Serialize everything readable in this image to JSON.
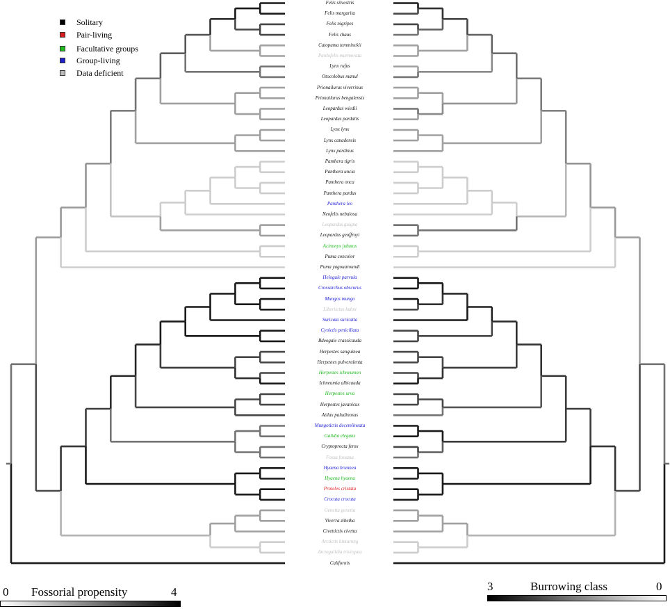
{
  "legend": {
    "items": [
      {
        "label": "Solitary",
        "color": "#000000"
      },
      {
        "label": "Pair-living",
        "color": "#d81e1e"
      },
      {
        "label": "Facultative groups",
        "color": "#22bb22"
      },
      {
        "label": "Group-living",
        "color": "#2222cc"
      },
      {
        "label": "Data deficient",
        "color": "#bbbbbb"
      }
    ]
  },
  "social_colors": {
    "S": "#111111",
    "P": "#e01818",
    "F": "#18b818",
    "G": "#2020d8",
    "D": "#c0c0c0"
  },
  "species": [
    {
      "name": "Felis silvestris",
      "s": "S",
      "l": 4,
      "r": 4
    },
    {
      "name": "Felis margarita",
      "s": "S",
      "l": 4,
      "r": 3
    },
    {
      "name": "Felis nigripes",
      "s": "S",
      "l": 3,
      "r": 3
    },
    {
      "name": "Felis chaus",
      "s": "S",
      "l": 3,
      "r": 2
    },
    {
      "name": "Catopuma temminckii",
      "s": "S",
      "l": 1,
      "r": 1
    },
    {
      "name": "Pardofelis marmorata",
      "s": "D",
      "l": 1,
      "r": 1
    },
    {
      "name": "Lynx rufus",
      "s": "S",
      "l": 2,
      "r": 1
    },
    {
      "name": "Otocolobus manul",
      "s": "S",
      "l": 2,
      "r": 2
    },
    {
      "name": "Prionailurus viverrinus",
      "s": "S",
      "l": 1,
      "r": 1
    },
    {
      "name": "Prionailurus bengalensis",
      "s": "S",
      "l": 1,
      "r": 1
    },
    {
      "name": "Leopardus wiedii",
      "s": "S",
      "l": 1,
      "r": 2
    },
    {
      "name": "Leopardus pardalis",
      "s": "S",
      "l": 1,
      "r": 1
    },
    {
      "name": "Lynx lynx",
      "s": "S",
      "l": 1,
      "r": 1
    },
    {
      "name": "Lynx canadensis",
      "s": "S",
      "l": 1,
      "r": 1
    },
    {
      "name": "Lynx pardinus",
      "s": "S",
      "l": 1,
      "r": 1
    },
    {
      "name": "Panthera tigris",
      "s": "S",
      "l": 0,
      "r": 0
    },
    {
      "name": "Panthera uncia",
      "s": "S",
      "l": 0,
      "r": 0
    },
    {
      "name": "Panthera onca",
      "s": "S",
      "l": 0,
      "r": 0
    },
    {
      "name": "Panthera pardus",
      "s": "S",
      "l": 0,
      "r": 0
    },
    {
      "name": "Panthera leo",
      "s": "G",
      "l": 0,
      "r": 0
    },
    {
      "name": "Neofelis nebulosa",
      "s": "S",
      "l": 0,
      "r": 0
    },
    {
      "name": "Leopardus guigna",
      "s": "D",
      "l": 1,
      "r": 2
    },
    {
      "name": "Leopardus geoffroyi",
      "s": "S",
      "l": 1,
      "r": 2
    },
    {
      "name": "Acinonyx jubatus",
      "s": "F",
      "l": 0,
      "r": 0
    },
    {
      "name": "Puma concolor",
      "s": "S",
      "l": 0,
      "r": 0
    },
    {
      "name": "Puma yagouaroundi",
      "s": "S",
      "l": 0,
      "r": 0
    },
    {
      "name": "Helogale parvula",
      "s": "G",
      "l": 4,
      "r": 4
    },
    {
      "name": "Crossarchus obscurus",
      "s": "G",
      "l": 4,
      "r": 4
    },
    {
      "name": "Mungos mungo",
      "s": "G",
      "l": 4,
      "r": 4
    },
    {
      "name": "Liberiictus kuhni",
      "s": "D",
      "l": 4,
      "r": 3
    },
    {
      "name": "Suricata suricatta",
      "s": "G",
      "l": 4,
      "r": 4
    },
    {
      "name": "Cynictis penicillata",
      "s": "G",
      "l": 4,
      "r": 3
    },
    {
      "name": "Bdeogale crassicauda",
      "s": "S",
      "l": 4,
      "r": 3
    },
    {
      "name": "Herpestes sanguinea",
      "s": "S",
      "l": 3,
      "r": 3
    },
    {
      "name": "Herpestes pulverulenta",
      "s": "S",
      "l": 3,
      "r": 3
    },
    {
      "name": "Herpestes ichneumon",
      "s": "F",
      "l": 3,
      "r": 3
    },
    {
      "name": "Ichneumia albicauda",
      "s": "S",
      "l": 4,
      "r": 4
    },
    {
      "name": "Herpestes urva",
      "s": "F",
      "l": 3,
      "r": 3
    },
    {
      "name": "Herpestes javanicus",
      "s": "S",
      "l": 3,
      "r": 3
    },
    {
      "name": "Atilax paludinosus",
      "s": "S",
      "l": 3,
      "r": 2
    },
    {
      "name": "Mungotictis decemlineata",
      "s": "G",
      "l": 2,
      "r": 4
    },
    {
      "name": "Galidia elegans",
      "s": "F",
      "l": 2,
      "r": 4
    },
    {
      "name": "Cryptoprocta ferox",
      "s": "S",
      "l": 2,
      "r": 3
    },
    {
      "name": "Fossa fossana",
      "s": "D",
      "l": 2,
      "r": 2
    },
    {
      "name": "Hyaena brunnea",
      "s": "G",
      "l": 4,
      "r": 4
    },
    {
      "name": "Hyaena hyaena",
      "s": "F",
      "l": 4,
      "r": 4
    },
    {
      "name": "Proteles cristata",
      "s": "P",
      "l": 4,
      "r": 4
    },
    {
      "name": "Crocuta crocuta",
      "s": "G",
      "l": 4,
      "r": 4
    },
    {
      "name": "Genetta genetta",
      "s": "D",
      "l": 1,
      "r": 1
    },
    {
      "name": "Viverra zibetha",
      "s": "S",
      "l": 1,
      "r": 1
    },
    {
      "name": "Civettictis civetta",
      "s": "S",
      "l": 1,
      "r": 1
    },
    {
      "name": "Arctictis binturong",
      "s": "D",
      "l": 0,
      "r": 0
    },
    {
      "name": "Arctogalidia trivirgata",
      "s": "D",
      "l": 0,
      "r": 0
    },
    {
      "name": "Californis",
      "s": "S",
      "l": 4,
      "r": 4
    }
  ],
  "scale_left": {
    "min": "0",
    "title": "Fossorial propensity",
    "max": "4"
  },
  "scale_right": {
    "min": "3",
    "title": "Burrowing class",
    "max": "0"
  }
}
